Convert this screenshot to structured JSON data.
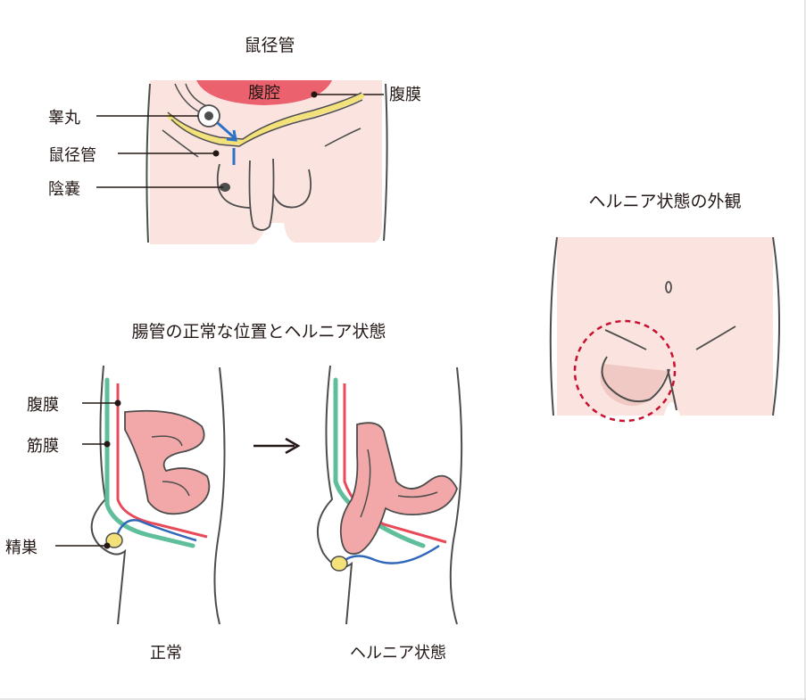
{
  "colors": {
    "skin": "#fbe3df",
    "outline": "#4d4d4d",
    "peritoneum_red": "#e84a5a",
    "fascia_green": "#5fbf9b",
    "vas_blue": "#2f67b9",
    "intestine_pink": "#f2a8a8",
    "testis_yellow": "#f3e27a",
    "arrow_blue": "#2b73c7",
    "dash_red": "#c8102e",
    "text": "#231815"
  },
  "top_diagram": {
    "title": "鼠径管",
    "labels": {
      "abdominal_cavity": "腹腔",
      "peritoneum": "腹膜",
      "testis": "睾丸",
      "inguinal_canal": "鼠径管",
      "scrotum": "陰嚢"
    }
  },
  "right_diagram": {
    "title": "ヘルニア状態の外観"
  },
  "bottom_diagram": {
    "title": "腸管の正常な位置とヘルニア状態",
    "labels": {
      "peritoneum": "腹膜",
      "fascia": "筋膜",
      "spermatic_cord": "精巣"
    },
    "captions": {
      "normal": "正常",
      "hernia": "ヘルニア状態"
    }
  }
}
